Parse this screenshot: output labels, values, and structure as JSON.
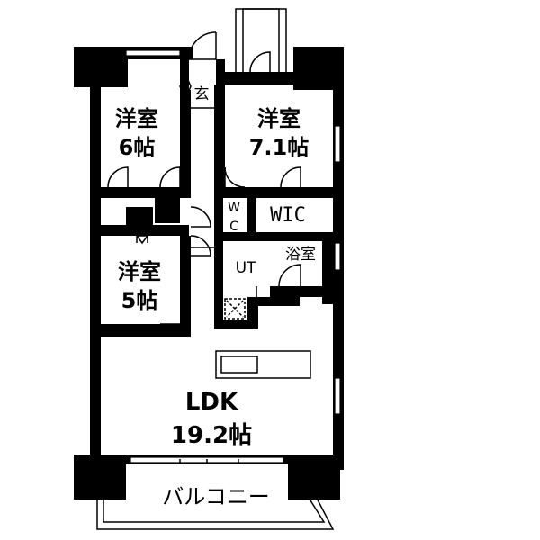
{
  "rooms": {
    "western1": {
      "name": "洋室",
      "size": "6帖"
    },
    "western2": {
      "name": "洋室",
      "size": "7.1帖"
    },
    "western3": {
      "name": "洋室",
      "size": "5帖"
    },
    "ldk": {
      "name": "LDK",
      "size": "19.2帖"
    },
    "entrance": "玄",
    "wc": "WC",
    "wic": "WIC",
    "bath": "浴室",
    "ut": "UT",
    "balcony": "バルコニー"
  }
}
